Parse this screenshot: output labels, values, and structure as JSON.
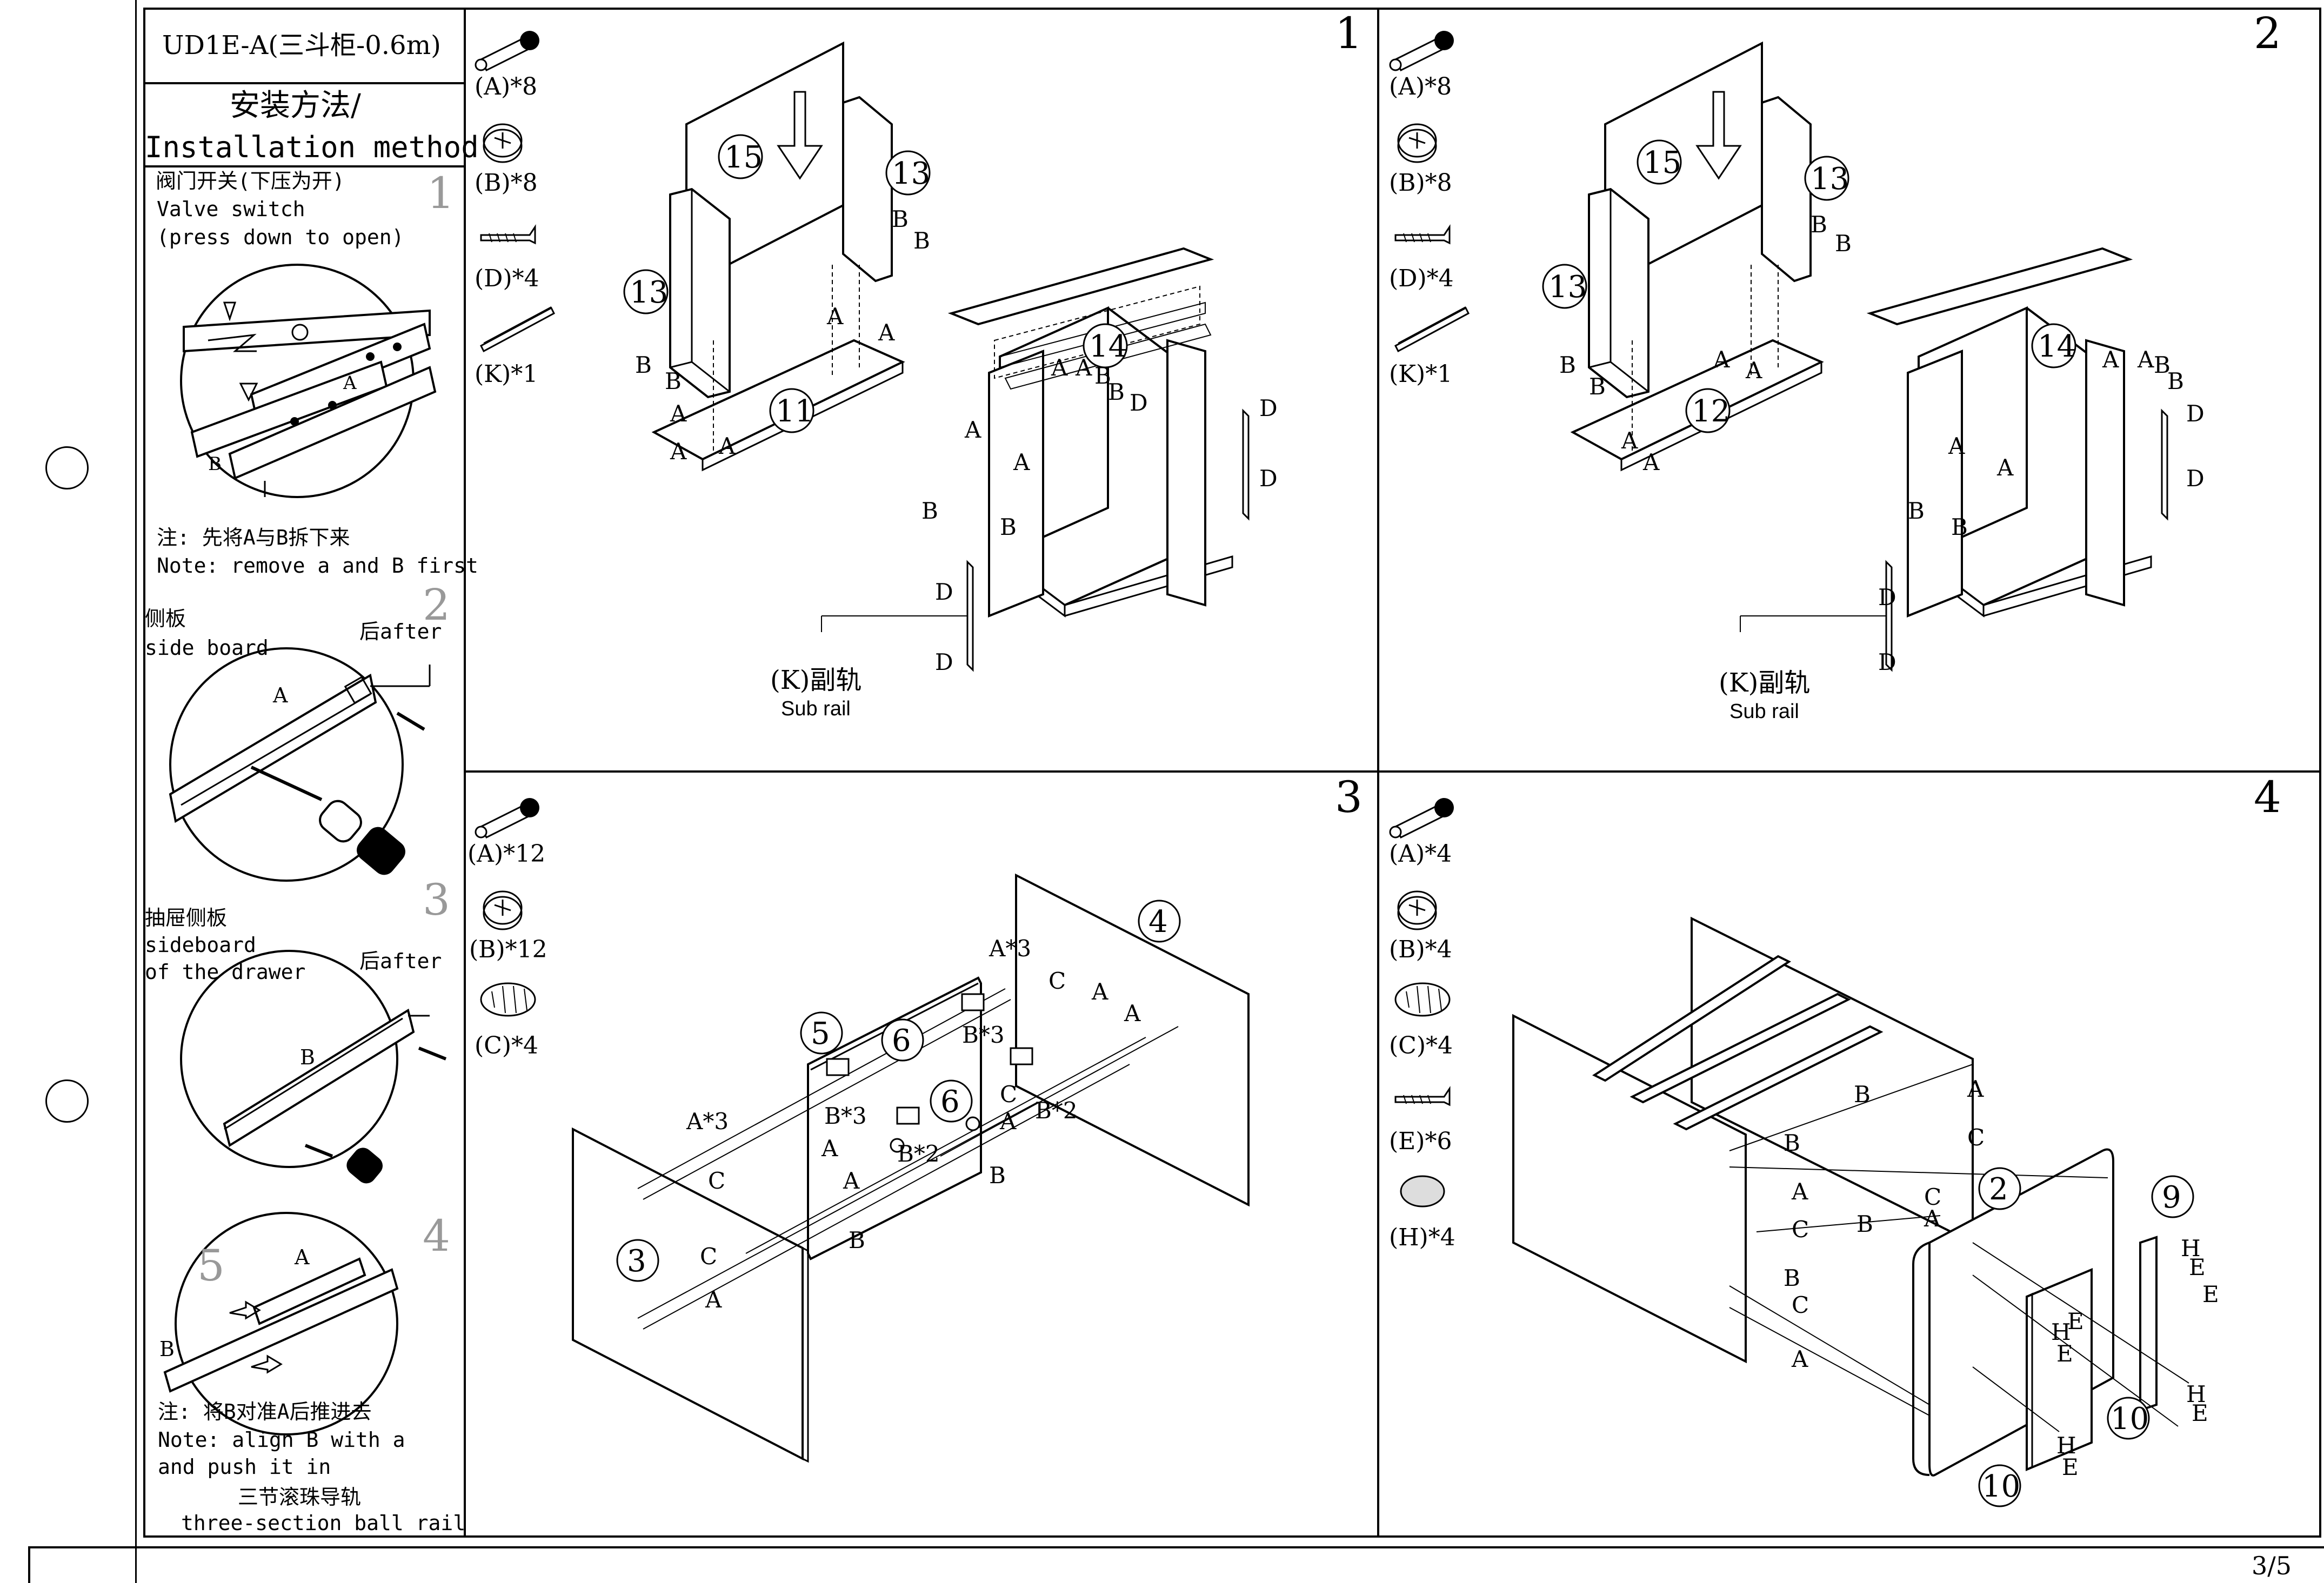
{
  "header": {
    "model": "UD1E-A(三斗柜-0.6m)",
    "method_zh": "安装方法/",
    "method_en": "Installation method"
  },
  "left_panel": {
    "step1": {
      "num": "1",
      "zh": "阀门开关(下压为开)",
      "en1": "Valve switch",
      "en2": "(press down to open)",
      "note_zh": "注: 先将A与B拆下来",
      "note_en": "Note: remove a and B first",
      "label_a": "A",
      "label_b": "B"
    },
    "step2": {
      "num": "2",
      "zh": "侧板",
      "en": "side board",
      "after": "后after",
      "label_a": "A"
    },
    "step3": {
      "num": "3",
      "zh": "抽屉侧板",
      "en1": "sideboard",
      "en2": "of the drawer",
      "after": "后after",
      "label_b": "B"
    },
    "step4": {
      "num": "4",
      "num5": "5",
      "label_a": "A",
      "label_b": "B",
      "note_zh": "注: 将B对准A后推进去",
      "note_en1": "Note: align B with a",
      "note_en2": "and push it in",
      "rail_zh": "三节滚珠导轨",
      "rail_en": "three-section ball rail"
    }
  },
  "panels": [
    {
      "step": "1",
      "hardware": [
        "(A)*8",
        "(B)*8",
        "(D)*4",
        "(K)*1"
      ],
      "parts": [
        "15",
        "13",
        "13",
        "11",
        "14"
      ],
      "sub_rail_zh": "(K)副轨",
      "sub_rail_en": "Sub rail"
    },
    {
      "step": "2",
      "hardware": [
        "(A)*8",
        "(B)*8",
        "(D)*4",
        "(K)*1"
      ],
      "parts": [
        "15",
        "13",
        "13",
        "12",
        "14"
      ],
      "sub_rail_zh": "(K)副轨",
      "sub_rail_en": "Sub rail"
    },
    {
      "step": "3",
      "hardware": [
        "(A)*12",
        "(B)*12",
        "(C)*4"
      ],
      "parts": [
        "4",
        "5",
        "6",
        "6",
        "3"
      ],
      "callouts": [
        "A*3",
        "A*3",
        "B*3",
        "B*3",
        "B*2",
        "B*2"
      ]
    },
    {
      "step": "4",
      "hardware": [
        "(A)*4",
        "(B)*4",
        "(C)*4",
        "(E)*6",
        "(H)*4"
      ],
      "parts": [
        "2",
        "9",
        "10",
        "10"
      ]
    }
  ],
  "letters": {
    "a": "A",
    "b": "B",
    "c": "C",
    "d": "D",
    "e": "E",
    "h": "H"
  },
  "footer": {
    "page": "3/5"
  }
}
